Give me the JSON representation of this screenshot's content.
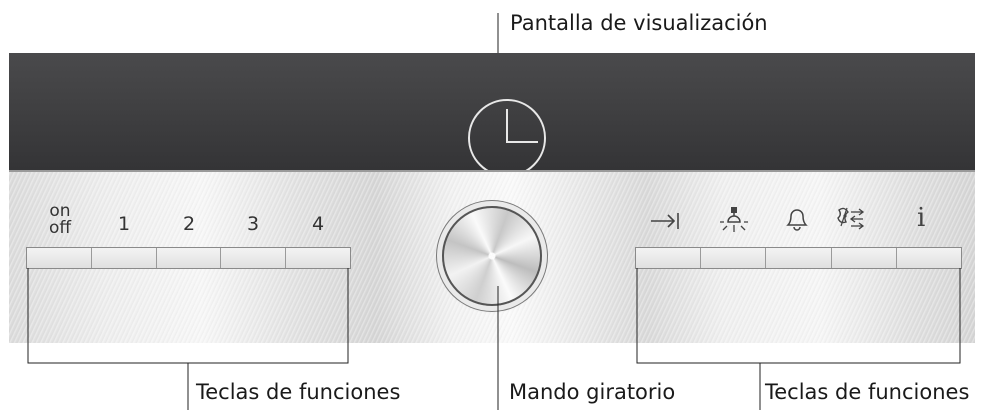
{
  "callouts": {
    "display": "Pantalla de visualización",
    "keys_left": "Teclas de funciones",
    "knob": "Mando giratorio",
    "keys_right": "Teclas de funciones"
  },
  "left_keys": {
    "onoff_top": "on",
    "onoff_bottom": "off",
    "k1": "1",
    "k2": "2",
    "k3": "3",
    "k4": "4"
  },
  "right_keys": {
    "icons": [
      "tab-arrow-icon",
      "oven-light-icon",
      "bell-icon",
      "fan-icon",
      "info-icon"
    ],
    "info_glyph": "i"
  },
  "colors": {
    "display_bg": "#3f3f41",
    "panel_steel": "#e6e6e6"
  }
}
